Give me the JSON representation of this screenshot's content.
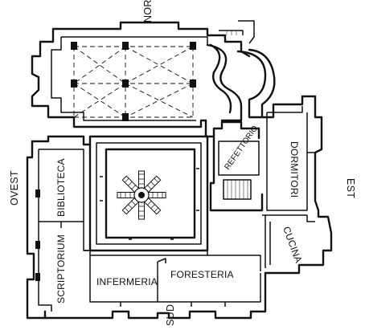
{
  "compass": {
    "north": "NORD",
    "south": "SUD",
    "east": "EST",
    "west": "OVEST"
  },
  "rooms": {
    "biblioteca": "BIBLIOTECA",
    "scriptorium": "SCRIPTORIUM",
    "infermeria": "INFERMERIA",
    "foresteria": "FORESTERIA",
    "refettorio": "REFETTORIO",
    "dormitori": "DORMITORI",
    "cucina": "CUCINA"
  }
}
